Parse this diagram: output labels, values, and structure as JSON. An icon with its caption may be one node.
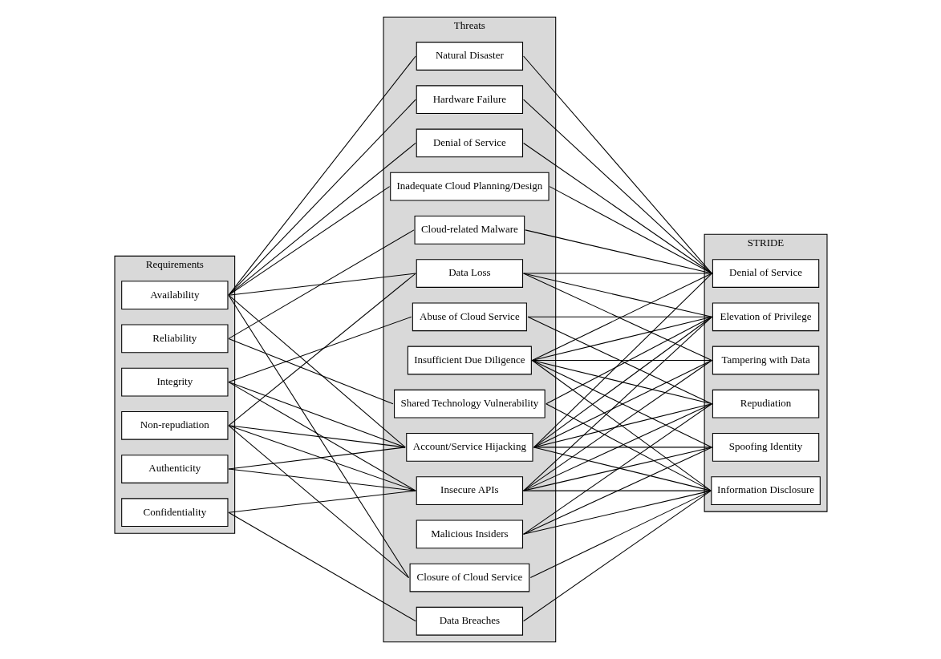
{
  "diagram": {
    "nodes": [
      {
        "text": [
          "Requirements"
        ]
      },
      {
        "text": [
          "Confidentiality"
        ],
        "in": 0
      },
      {
        "text": [
          "Integrity"
        ],
        "in": 0
      },
      {
        "text": [
          "Availability"
        ],
        "in": 0
      },
      {
        "text": [
          "Non-repudiation"
        ],
        "in": 0
      },
      {
        "text": [
          "Authenticity"
        ],
        "in": 0
      },
      {
        "text": [
          "Reliability"
        ],
        "in": 0
      },
      {
        "text": [
          "Threats"
        ]
      },
      {
        "text": [
          "Data Breaches"
        ],
        "in": 7
      },
      {
        "text": [
          "Data Loss"
        ],
        "in": 7
      },
      {
        "text": [
          "Account/Service Hijacking"
        ],
        "in": 7
      },
      {
        "text": [
          "Insecure APIs"
        ],
        "in": 7
      },
      {
        "text": [
          "Denial of Service"
        ],
        "in": 7
      },
      {
        "text": [
          "Malicious Insiders"
        ],
        "in": 7
      },
      {
        "text": [
          "Abuse of Cloud Service"
        ],
        "in": 7
      },
      {
        "text": [
          "Insufficient Due Diligence"
        ],
        "in": 7
      },
      {
        "text": [
          "Shared Technology Vulnerability"
        ],
        "in": 7
      },
      {
        "text": [
          "Hardware Failure"
        ],
        "in": 7
      },
      {
        "text": [
          "Natural Disaster"
        ],
        "in": 7
      },
      {
        "text": [
          "Closure of Cloud Service"
        ],
        "in": 7
      },
      {
        "text": [
          "Cloud-related Malware"
        ],
        "in": 7
      },
      {
        "text": [
          "Inadequate Cloud Planning/Design"
        ],
        "in": 7
      },
      {
        "text": [
          "STRIDE"
        ]
      },
      {
        "text": [
          "Spoofing Identity"
        ],
        "in": 22
      },
      {
        "text": [
          "Tampering with Data"
        ],
        "in": 22
      },
      {
        "text": [
          "Repudiation"
        ],
        "in": 22
      },
      {
        "text": [
          "Information Disclosure"
        ],
        "in": 22
      },
      {
        "text": [
          "Denial of Service"
        ],
        "in": 22
      },
      {
        "text": [
          "Elevation of Privilege"
        ],
        "in": 22
      }
    ],
    "edges": [
      {
        "from": 1,
        "to": 8,
        "arrow": "none"
      },
      {
        "from": 1,
        "to": 11,
        "arrow": "none"
      },
      {
        "from": 2,
        "to": 10,
        "arrow": "none"
      },
      {
        "from": 2,
        "to": 11,
        "arrow": "none"
      },
      {
        "from": 2,
        "to": 14,
        "arrow": "none"
      },
      {
        "from": 3,
        "to": 9,
        "arrow": "none"
      },
      {
        "from": 3,
        "to": 10,
        "arrow": "none"
      },
      {
        "from": 3,
        "to": 12,
        "arrow": "none"
      },
      {
        "from": 3,
        "to": 17,
        "arrow": "none"
      },
      {
        "from": 3,
        "to": 18,
        "arrow": "none"
      },
      {
        "from": 3,
        "to": 19,
        "arrow": "none"
      },
      {
        "from": 3,
        "to": 21,
        "arrow": "none"
      },
      {
        "from": 4,
        "to": 9,
        "arrow": "none"
      },
      {
        "from": 4,
        "to": 10,
        "arrow": "none"
      },
      {
        "from": 4,
        "to": 11,
        "arrow": "none"
      },
      {
        "from": 4,
        "to": 19,
        "arrow": "none"
      },
      {
        "from": 5,
        "to": 10,
        "arrow": "none"
      },
      {
        "from": 5,
        "to": 11,
        "arrow": "none"
      },
      {
        "from": 6,
        "to": 16,
        "arrow": "none"
      },
      {
        "from": 6,
        "to": 20,
        "arrow": "none"
      },
      {
        "from": 8,
        "to": 26,
        "arrow": "none"
      },
      {
        "from": 9,
        "to": 24,
        "arrow": "none"
      },
      {
        "from": 9,
        "to": 27,
        "arrow": "none"
      },
      {
        "from": 9,
        "to": 28,
        "arrow": "none"
      },
      {
        "from": 10,
        "to": 23,
        "arrow": "none"
      },
      {
        "from": 10,
        "to": 24,
        "arrow": "none"
      },
      {
        "from": 10,
        "to": 25,
        "arrow": "none"
      },
      {
        "from": 10,
        "to": 26,
        "arrow": "none"
      },
      {
        "from": 10,
        "to": 27,
        "arrow": "none"
      },
      {
        "from": 10,
        "to": 28,
        "arrow": "none"
      },
      {
        "from": 11,
        "to": 23,
        "arrow": "none"
      },
      {
        "from": 11,
        "to": 24,
        "arrow": "none"
      },
      {
        "from": 11,
        "to": 25,
        "arrow": "none"
      },
      {
        "from": 11,
        "to": 26,
        "arrow": "none"
      },
      {
        "from": 11,
        "to": 28,
        "arrow": "none"
      },
      {
        "from": 12,
        "to": 27,
        "arrow": "none"
      },
      {
        "from": 13,
        "to": 23,
        "arrow": "none"
      },
      {
        "from": 13,
        "to": 25,
        "arrow": "none"
      },
      {
        "from": 13,
        "to": 26,
        "arrow": "none"
      },
      {
        "from": 14,
        "to": 25,
        "arrow": "none"
      },
      {
        "from": 14,
        "to": 28,
        "arrow": "none"
      },
      {
        "from": 15,
        "to": 23,
        "arrow": "none"
      },
      {
        "from": 15,
        "to": 24,
        "arrow": "none"
      },
      {
        "from": 15,
        "to": 25,
        "arrow": "none"
      },
      {
        "from": 15,
        "to": 26,
        "arrow": "none"
      },
      {
        "from": 15,
        "to": 27,
        "arrow": "none"
      },
      {
        "from": 15,
        "to": 28,
        "arrow": "none"
      },
      {
        "from": 16,
        "to": 26,
        "arrow": "none"
      },
      {
        "from": 16,
        "to": 28,
        "arrow": "none"
      },
      {
        "from": 17,
        "to": 27,
        "arrow": "none"
      },
      {
        "from": 18,
        "to": 27,
        "arrow": "none"
      },
      {
        "from": 19,
        "to": 26,
        "arrow": "none"
      },
      {
        "from": 20,
        "to": 27,
        "arrow": "none"
      },
      {
        "from": 21,
        "to": 27,
        "arrow": "none"
      }
    ]
  }
}
